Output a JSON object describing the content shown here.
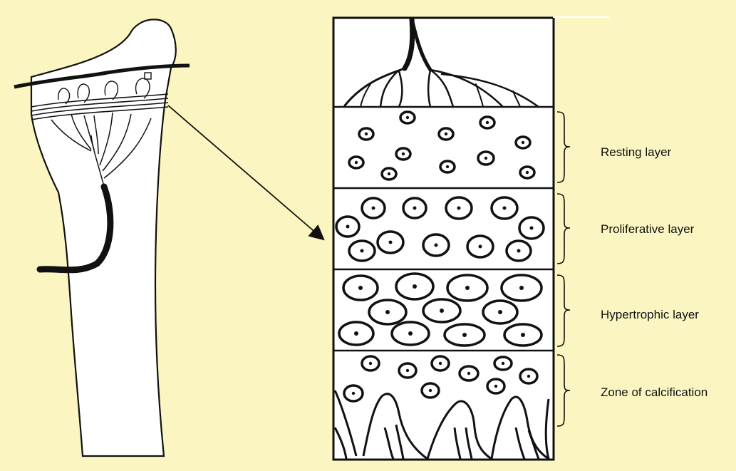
{
  "labels": {
    "resting": "Resting layer",
    "proliferative": "Proliferative layer",
    "hypertrophic": "Hypertrophic layer",
    "calcification": "Zone of calcification"
  },
  "colors": {
    "background": "#fbf6c1",
    "ink": "#111111",
    "paper": "#ffffff"
  }
}
